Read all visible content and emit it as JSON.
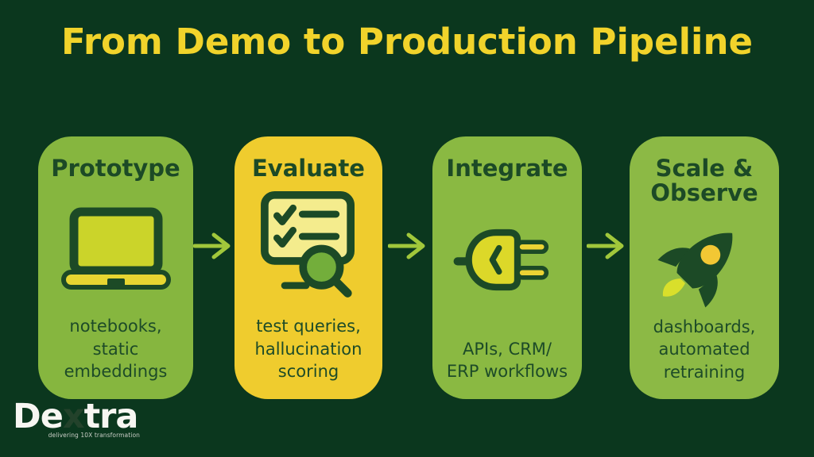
{
  "title": "From Demo to Production Pipeline",
  "steps": [
    {
      "name": "Prototype",
      "icon": "laptop-icon",
      "description": "notebooks,\nstatic\nembeddings"
    },
    {
      "name": "Evaluate",
      "icon": "checklist-magnifier-icon",
      "description": "test queries,\nhallucination\nscoring"
    },
    {
      "name": "Integrate",
      "icon": "plug-icon",
      "description": "APIs, CRM/\nERP workflows"
    },
    {
      "name": "Scale &\nObserve",
      "icon": "rocket-icon",
      "description": "dashboards,\nautomated\nretraining"
    }
  ],
  "logo": {
    "de": "De",
    "x": "x",
    "tra": "tra",
    "tagline": "delivering 10X transformation"
  },
  "colors": {
    "background": "#0b371e",
    "title_yellow": "#f1d32b",
    "card_green": "#86b63f",
    "card_yellow": "#efcc2e",
    "dark_green": "#1c4a26",
    "arrow_green": "#a1c73b",
    "accent_yellow": "#ecd334",
    "lens_green": "#73ae3b"
  }
}
